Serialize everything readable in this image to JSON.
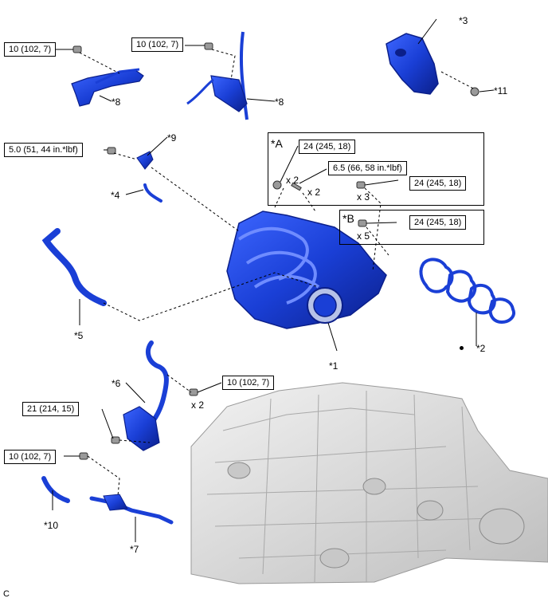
{
  "torque": {
    "t_upper_left": "10 (102, 7)",
    "t_upper_mid": "10 (102, 7)",
    "t_mid_left": "5.0 (51, 44 in.*lbf)",
    "t_a_top": "24 (245, 18)",
    "t_a_stud": "6.5 (66, 58 in.*lbf)",
    "t_a_right": "24 (245, 18)",
    "t_b": "24 (245, 18)",
    "t_tube": "10 (102, 7)",
    "t_bracket": "21 (214, 15)",
    "t_lower_left": "10 (102, 7)"
  },
  "parts": {
    "p3": "*3",
    "p11": "*11",
    "p8a": "*8",
    "p8b": "*8",
    "p9": "*9",
    "p4": "*4",
    "p5": "*5",
    "p1": "*1",
    "p2": "*2",
    "p6": "*6",
    "p10": "*10",
    "p7": "*7"
  },
  "detail_a": {
    "label": "*A",
    "qty_nut": "x 2",
    "qty_stud": "x 2",
    "qty_bolt": "x 3"
  },
  "detail_b": {
    "label": "*B",
    "qty_bolt": "x 5"
  },
  "qty_tube": "x 2",
  "corner_code": "C",
  "colors": {
    "part_blue": "#1a3fd6",
    "part_dark": "#0b1f8a",
    "engine_gray": "#d8d8d8",
    "leader": "#000000"
  }
}
